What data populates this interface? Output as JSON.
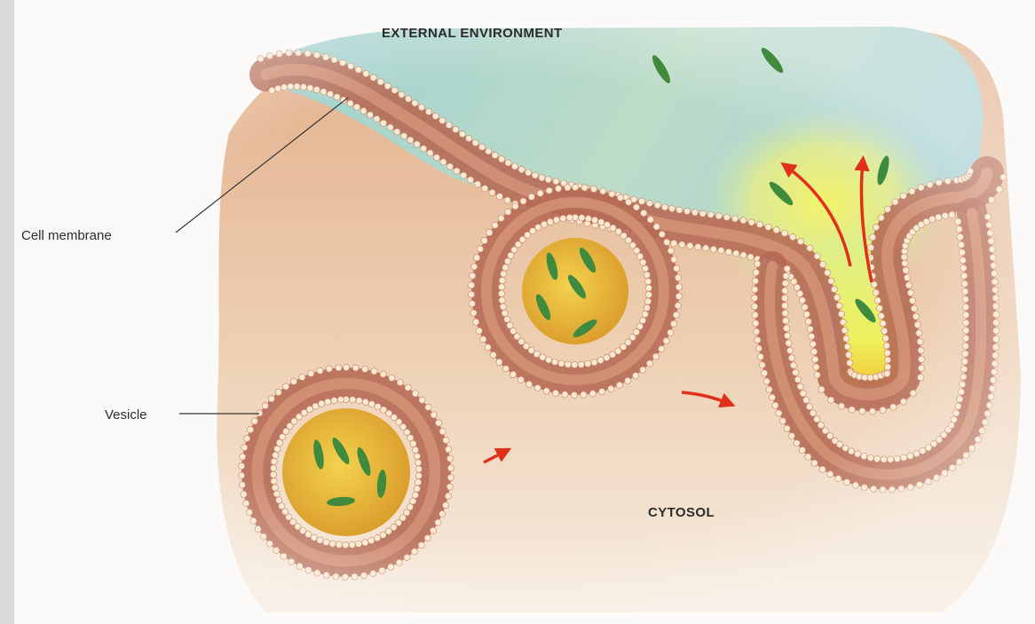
{
  "labels": {
    "external_environment": "EXTERNAL ENVIRONMENT",
    "cytosol": "CYTOSOL",
    "cell_membrane": "Cell membrane",
    "vesicle": "Vesicle"
  },
  "colors": {
    "cytosol_light": "#f3dfc9",
    "cytosol_dark": "#d9a27c",
    "external_blue": "#a9d4d3",
    "external_yellow": "#eef07a",
    "vesicle_core": "#e2b132",
    "membrane_tails": "#b66a55",
    "lipid_heads": "#fde9d2",
    "particle": "#3f8a3c",
    "arrow": "#e0301c"
  }
}
